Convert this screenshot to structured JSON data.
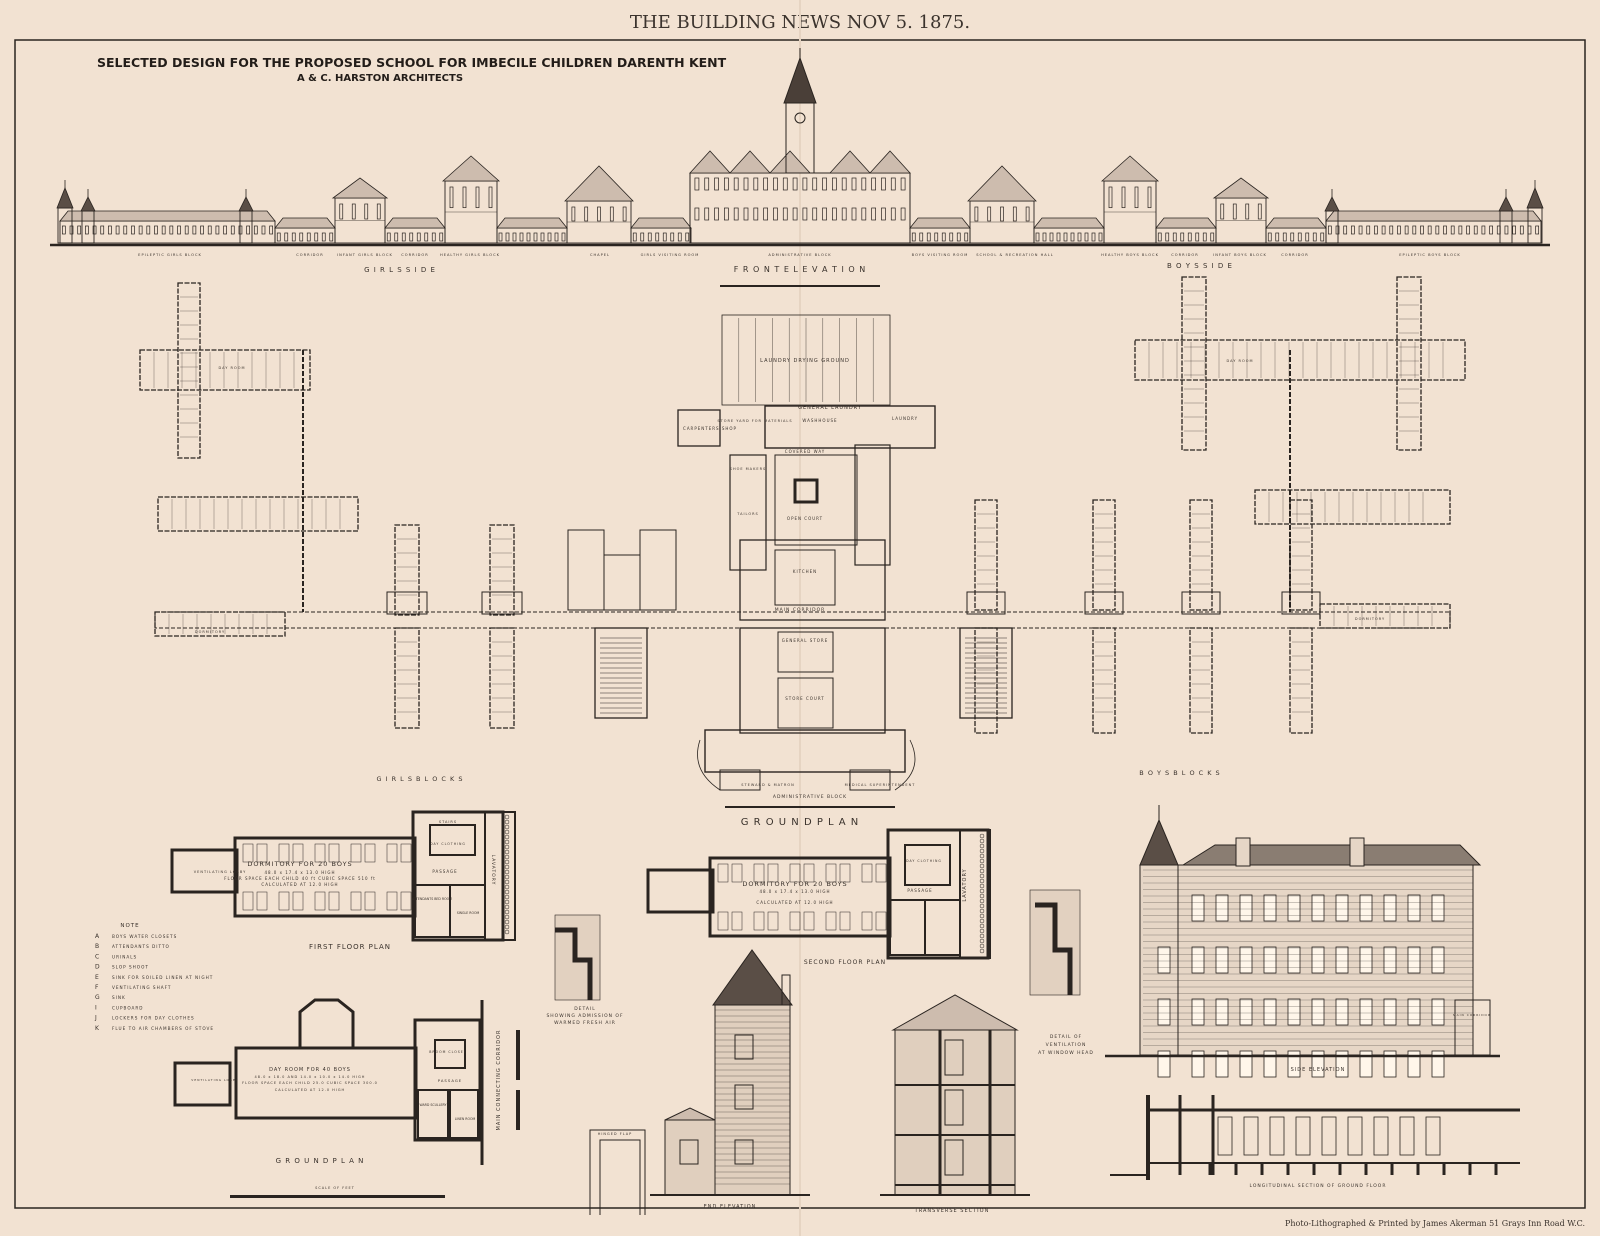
{
  "header": {
    "publication": "THE BUILDING NEWS NOV 5. 1875."
  },
  "title": {
    "main": "SELECTED DESIGN FOR THE PROPOSED SCHOOL FOR IMBECILE CHILDREN DARENTH KENT",
    "architects": "A & C. HARSTON ARCHITECTS"
  },
  "front_elevation": {
    "label": "F R O N T   E L E V A T I O N",
    "girls_side": "G I R L S   S I D E",
    "boys_side": "B O Y S   S I D E",
    "building_labels": [
      "EPILEPTIC GIRLS BLOCK",
      "CORRIDOR",
      "INFANT GIRLS BLOCK",
      "CORRIDOR",
      "HEALTHY GIRLS BLOCK",
      "CHAPEL",
      "GIRLS VISITING ROOM",
      "ADMINISTRATIVE BLOCK",
      "BOYS VISITING ROOM",
      "SCHOOL & RECREATION HALL",
      "HEALTHY BOYS BLOCK",
      "CORRIDOR",
      "INFANT BOYS BLOCK",
      "CORRIDOR",
      "EPILEPTIC BOYS BLOCK"
    ]
  },
  "ground_plan": {
    "label": "G R O U N D   P L A N",
    "girls_blocks": "G I R L S   B L O C K S",
    "boys_blocks": "B O Y S   B L O C K S",
    "admin_label": "ADMINISTRATIVE BLOCK",
    "main_corridor": "MAIN CORRIDOR",
    "rooms": {
      "drying_ground": "LAUNDRY DRYING GROUND",
      "general_laundry": "GENERAL LAUNDRY",
      "carpenters_shop": "CARPENTERS SHOP",
      "store_yard": "STORE YARD FOR MATERIALS",
      "washhouse": "WASHHOUSE",
      "laundry": "LAUNDRY",
      "covered_way": "COVERED WAY",
      "open_court": "OPEN COURT",
      "shoe_makers": "SHOE MAKERS",
      "tailors": "TAILORS",
      "kitchen": "KITCHEN",
      "general_store": "GENERAL STORE",
      "store_court": "STORE COURT",
      "day_room": "DAY ROOM",
      "dormitory": "DORMITORY",
      "steward": "STEWARD & MATRON",
      "medical": "MEDICAL SUPERINTENDENT"
    }
  },
  "first_floor_plan": {
    "label": "FIRST FLOOR PLAN",
    "room": "DORMITORY FOR 20 BOYS",
    "dims": "48.0 x 17.4 x 13.0 HIGH",
    "space": "FLOOR SPACE EACH CHILD 40 ft CUBIC SPACE 510 ft",
    "calc": "CALCULATED AT 12.0 HIGH",
    "lobby": "VENTILATING LOBBY",
    "passage": "PASSAGE",
    "stairs": "STAIRS",
    "day_clothing": "DAY CLOTHING",
    "attendants": "ATTENDANTS BED ROOM",
    "single": "SINGLE ROOM",
    "lavatory": "LAVATORY"
  },
  "second_floor_plan": {
    "label": "SECOND FLOOR PLAN",
    "room": "DORMITORY FOR 20 BOYS",
    "dims": "48.0 x 17.4 x 13.0 HIGH",
    "calc": "CALCULATED AT 12.0 HIGH",
    "passage": "PASSAGE",
    "lavatory": "LAVATORY",
    "day_clothing": "DAY CLOTHING"
  },
  "ground_floor_plan": {
    "label": "G R O U N D   P L A N",
    "room": "DAY ROOM FOR 40 BOYS",
    "dims": "48.0 x 18.0 AND 14.0 x 10.0 x 14.0 HIGH",
    "space": "FLOOR SPACE EACH CHILD 25.0 CUBIC SPACE 300.0",
    "calc": "CALCULATED AT 12.0 HIGH",
    "lobby": "VENTILATING LOBBY",
    "broom": "BROOM CLOSET",
    "passage": "PASSAGE",
    "scullery": "WARD SCULLERY",
    "linen": "LINEN ROOM",
    "corridor": "MAIN CONNECTING CORRIDOR",
    "scale": "SCALE OF FEET"
  },
  "note": {
    "heading": "NOTE",
    "items": [
      {
        "key": "A",
        "text": "BOYS WATER CLOSETS"
      },
      {
        "key": "B",
        "text": "ATTENDANTS DITTO"
      },
      {
        "key": "C",
        "text": "URINALS"
      },
      {
        "key": "D",
        "text": "SLOP SHOOT"
      },
      {
        "key": "E",
        "text": "SINK FOR SOILED LINEN AT NIGHT"
      },
      {
        "key": "F",
        "text": "VENTILATING SHAFT"
      },
      {
        "key": "G",
        "text": "SINK"
      },
      {
        "key": "I",
        "text": "CUPBOARD"
      },
      {
        "key": "J",
        "text": "LOCKERS FOR DAY CLOTHES"
      },
      {
        "key": "K",
        "text": "FLUE TO AIR CHAMBERS OF STOVE"
      }
    ]
  },
  "details": {
    "warmed_air": [
      "DETAIL",
      "SHOWING ADMISSION OF",
      "WARMED FRESH AIR"
    ],
    "window_head": [
      "DETAIL OF",
      "VENTILATION",
      "AT WINDOW HEAD"
    ],
    "hinged_flap": "HINGED FLAP"
  },
  "elevations": {
    "end": "END ELEVATION",
    "transverse": "TRANSVERSE SECTION",
    "side": "SIDE ELEVATION",
    "main_corridor": "MAIN CORRIDOR",
    "longitudinal": "LONGITUDINAL SECTION OF GROUND FLOOR"
  },
  "credit": "Photo-Lithographed & Printed by James Akerman 51 Grays Inn Road W.C.",
  "colors": {
    "paper": "#f2e2d2",
    "ink": "#2a2420"
  }
}
